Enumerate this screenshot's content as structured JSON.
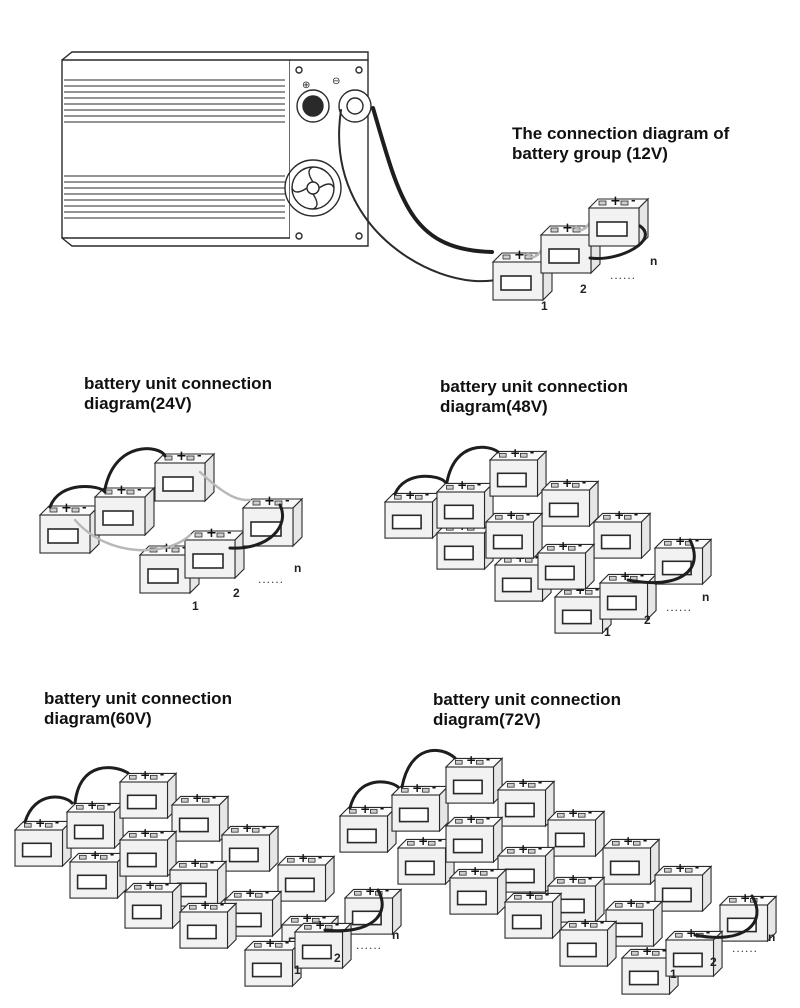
{
  "diagrams": {
    "v12": {
      "title_line1": "The connection diagram of",
      "title_line2": "battery  group  (12V)"
    },
    "v24": {
      "title_line1": "battery unit connection",
      "title_line2": "diagram(24V)"
    },
    "v48": {
      "title_line1": "battery unit connection",
      "title_line2": "diagram(48V)"
    },
    "v60": {
      "title_line1": "battery unit connection",
      "title_line2": "diagram(60V)"
    },
    "v72": {
      "title_line1": "battery unit connection",
      "title_line2": "diagram(72V)"
    }
  },
  "labels": {
    "first": "1",
    "second": "2",
    "ellipsis": "......",
    "last": "n"
  },
  "colors": {
    "line": "#2a2a2a",
    "cable_dark": "#1e1e1e",
    "cable_light": "#b8b8b8",
    "battery_face": "#f2f2f2",
    "battery_top": "#fafafa"
  }
}
